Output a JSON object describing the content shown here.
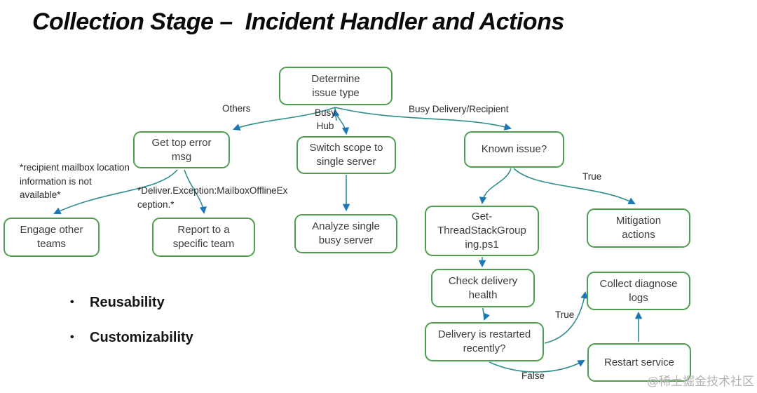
{
  "title": "Collection Stage –  Incident Handler and Actions",
  "nodes": {
    "determine_issue_type": {
      "label": "Determine issue type"
    },
    "get_top_error_msg": {
      "label": "Get top error msg"
    },
    "switch_scope_single_server": {
      "label": "Switch scope to single server"
    },
    "known_issue": {
      "label": "Known issue?"
    },
    "engage_other_teams": {
      "label": "Engage other teams"
    },
    "report_specific_team": {
      "label": "Report to a specific team"
    },
    "analyze_single_busy_server": {
      "label": "Analyze single busy server"
    },
    "get_threadstackgrouping_ps1": {
      "label": "Get-ThreadStackGrouping.ps1"
    },
    "mitigation_actions": {
      "label": "Mitigation actions"
    },
    "check_delivery_health": {
      "label": "Check delivery health"
    },
    "collect_diagnose_logs": {
      "label": "Collect diagnose logs"
    },
    "delivery_restarted_recently": {
      "label": "Delivery is restarted recently?"
    },
    "restart_service": {
      "label": "Restart service"
    }
  },
  "edge_labels": {
    "others": "Others",
    "busy_hub": "Busy Hub",
    "busy_delivery_recipient": "Busy Delivery/Recipient",
    "known_issue_true": "True",
    "delivery_restarted_true": "True",
    "delivery_restarted_false": "False"
  },
  "annotations": {
    "recipient_note": "*recipient mailbox location information is not available*",
    "deliver_exception_note": "*Deliver.Exception:MailboxOfflineException.*"
  },
  "bullets": [
    "Reusability",
    "Customizability"
  ],
  "watermark": "@稀土掘金技术社区",
  "colors": {
    "box_border": "#4f9e4f",
    "edge_line": "#2f8e8c",
    "arrowhead": "#1c77b5",
    "box_text": "#3c3c3c",
    "title_text": "#0a0a0a",
    "watermark_text": "#b3b3b3"
  }
}
